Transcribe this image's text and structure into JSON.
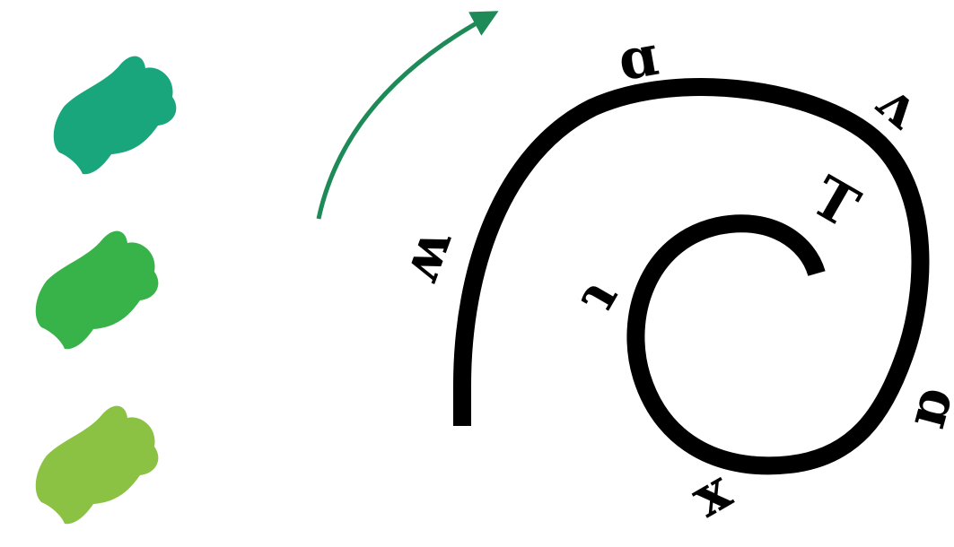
{
  "swatches": [
    {
      "name": "swatch-dark-green",
      "color": "#1aa67c"
    },
    {
      "name": "swatch-green",
      "color": "#38b34a"
    },
    {
      "name": "swatch-light-green",
      "color": "#8cc243"
    }
  ],
  "arrow": {
    "color": "#1e8a58",
    "direction": "clockwise"
  },
  "spiral": {
    "color": "#000000"
  },
  "letters": {
    "outer_left": "ʍ",
    "outer_top": "ɑ",
    "outer_top_right": "ʌ",
    "outer_right": "ɑ",
    "outer_bottom": "x",
    "inner_left": "ɿ",
    "inner_end": "T"
  }
}
